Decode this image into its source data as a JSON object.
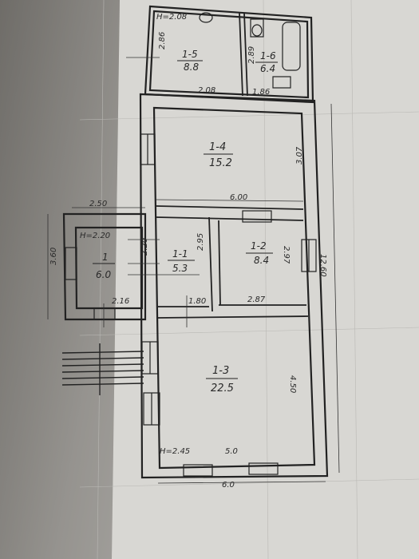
{
  "rooms": [
    {
      "id": "1-1",
      "number": "1-1",
      "area": "5.3"
    },
    {
      "id": "1-2",
      "number": "1-2",
      "area": "8.4"
    },
    {
      "id": "1-3",
      "number": "1-3",
      "area": "22.5"
    },
    {
      "id": "1-4",
      "number": "1-4",
      "area": "15.2"
    },
    {
      "id": "1-5",
      "number": "1-5",
      "area": "8.8"
    },
    {
      "id": "1-6",
      "number": "1-6",
      "area": "6.4"
    },
    {
      "id": "1",
      "number": "1",
      "area": "6.0"
    }
  ],
  "dimensions": {
    "top_left_height": "H=2.08",
    "bottom_height": "H=2.45",
    "porch_height": "H=2.20",
    "d_2_86": "2.86",
    "d_2_08": "2.08",
    "d_1_86": "1.86",
    "d_2_89": "2.89",
    "d_3_07": "3.07",
    "d_6_00": "6.00",
    "d_2_50": "2.50",
    "d_2_95": "2.95",
    "d_2_20": "2.20",
    "d_2_97": "2.97",
    "d_2_16": "2.16",
    "d_1_80": "1.80",
    "d_2_87": "2.87",
    "d_3_60": "3.60",
    "d_4_50": "4.50",
    "d_5_0": "5.0",
    "d_6_0": "6.0",
    "d_12_60": "12.60"
  }
}
